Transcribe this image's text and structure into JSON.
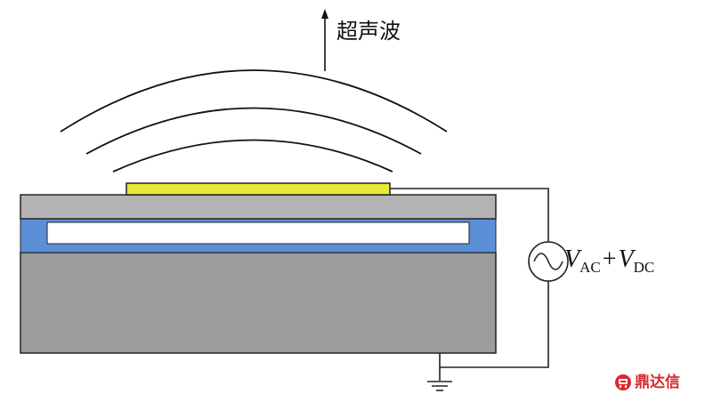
{
  "labels": {
    "ultrasound": "超声波",
    "voltage": {
      "v1": "V",
      "sub1": "AC",
      "plus": "+",
      "v2": "V",
      "sub2": "DC"
    }
  },
  "logo": {
    "text": "鼎达信"
  },
  "colors": {
    "electrode": "#e8e838",
    "membrane": "#b3b3b3",
    "insulator": "#5b8fd6",
    "cavity": "#ffffff",
    "substrate": "#9c9c9e",
    "wire": "#222222",
    "brand": "#d9282f"
  }
}
